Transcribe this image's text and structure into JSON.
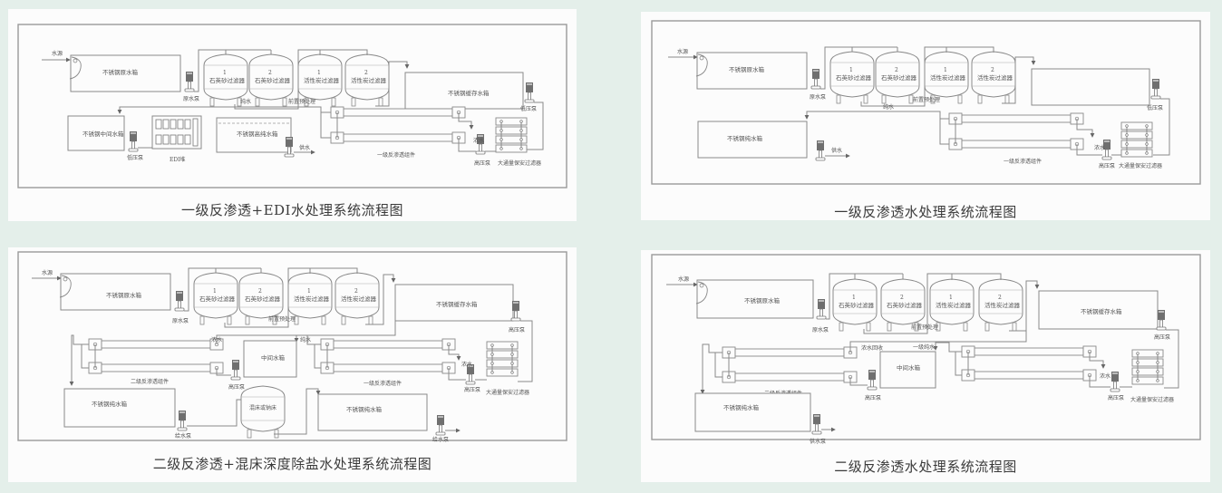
{
  "colors": {
    "background": "#e4efea",
    "panel": "#fcfcfc",
    "line": "#8a8a8a",
    "frame": "#9a9a9a",
    "text": "#3a3a3a"
  },
  "panels": [
    {
      "id": "p1",
      "caption": "一级反渗透+EDI水处理系统流程图",
      "labels": {
        "water_source": "水源",
        "raw_tank": "不锈钢原水箱",
        "raw_pump": "原水泵",
        "filter1_num": "1",
        "filter1": "石英砂过滤器",
        "filter2_num": "2",
        "filter2": "石英砂过滤器",
        "filter3_num": "1",
        "filter3": "活性炭过滤器",
        "filter4_num": "2",
        "filter4": "活性炭过滤器",
        "pretreatment": "前置预处理",
        "buffer_tank": "不锈钢缓存水箱",
        "low_pump": "低压泵",
        "pure_water_line": "纯水",
        "mid_tank": "不锈钢中间水箱",
        "low_pump2": "低压泵",
        "edi": "EDI堆",
        "high_pure_tank": "不锈钢高纯水箱",
        "supply": "供水",
        "ro_group": "一级反渗透组件",
        "concentrate": "浓水",
        "high_pump": "高压泵",
        "security_filter": "大通量保安过滤器"
      }
    },
    {
      "id": "p2",
      "caption": "一级反渗透水处理系统流程图",
      "labels": {
        "water_source": "水源",
        "raw_tank": "不锈钢原水箱",
        "raw_pump": "原水泵",
        "filter1_num": "1",
        "filter1": "石英砂过滤器",
        "filter2_num": "2",
        "filter2": "石英砂过滤器",
        "filter3_num": "1",
        "filter3": "活性炭过滤器",
        "filter4_num": "2",
        "filter4": "活性炭过滤器",
        "pretreatment": "前置预处理",
        "low_pump": "低压泵",
        "pure_water_line": "纯水",
        "pure_tank": "不锈钢纯水箱",
        "supply": "供水",
        "ro_group": "一级反渗透组件",
        "concentrate": "浓水",
        "high_pump": "高压泵",
        "security_filter": "大通量保安过滤器"
      }
    },
    {
      "id": "p3",
      "caption": "二级反渗透+混床深度除盐水处理系统流程图",
      "labels": {
        "water_source": "水源",
        "raw_tank": "不锈钢原水箱",
        "raw_pump": "原水泵",
        "filter1_num": "1",
        "filter1": "石英砂过滤器",
        "filter2_num": "2",
        "filter2": "石英砂过滤器",
        "filter3_num": "1",
        "filter3": "活性炭过滤器",
        "filter4_num": "2",
        "filter4": "活性炭过滤器",
        "pretreatment": "前置预处理",
        "buffer_tank": "不锈钢缓存水箱",
        "high_pump_top": "高压泵",
        "concentrate_top": "浓水",
        "ro2_group": "二级反渗透组件",
        "high_pump_mid": "高压泵",
        "mid_tank": "中间水箱",
        "pure_water_line": "纯水",
        "ro1_group": "一级反渗透组件",
        "concentrate": "浓水",
        "high_pump": "高压泵",
        "security_filter": "大通量保安过滤器",
        "pure_tank_left": "不锈钢纯水箱",
        "supply_pump_left": "给水泵",
        "mixed_bed": "混床或钠床",
        "pure_tank_right": "不锈钢纯水箱",
        "supply_pump_right": "给水泵"
      }
    },
    {
      "id": "p4",
      "caption": "二级反渗透水处理系统流程图",
      "labels": {
        "water_source": "水源",
        "raw_tank": "不锈钢原水箱",
        "raw_pump": "原水泵",
        "filter1_num": "1",
        "filter1": "石英砂过滤器",
        "filter2_num": "2",
        "filter2": "石英砂过滤器",
        "filter3_num": "1",
        "filter3": "活性炭过滤器",
        "filter4_num": "2",
        "filter4": "活性炭过滤器",
        "pretreatment": "前置预处理",
        "buffer_tank": "不锈钢缓存水箱",
        "high_pump_top": "高压泵",
        "concentrate_recovery": "浓水回收",
        "primary_pure": "一级纯水",
        "ro2_group": "二级反渗透组件",
        "high_pump_mid": "高压泵",
        "mid_tank": "中间水箱",
        "concentrate": "浓水",
        "high_pump": "高压泵",
        "security_filter": "大通量保安过滤器",
        "pure_tank": "不锈钢纯水箱",
        "supply_pump": "供水泵"
      }
    }
  ]
}
